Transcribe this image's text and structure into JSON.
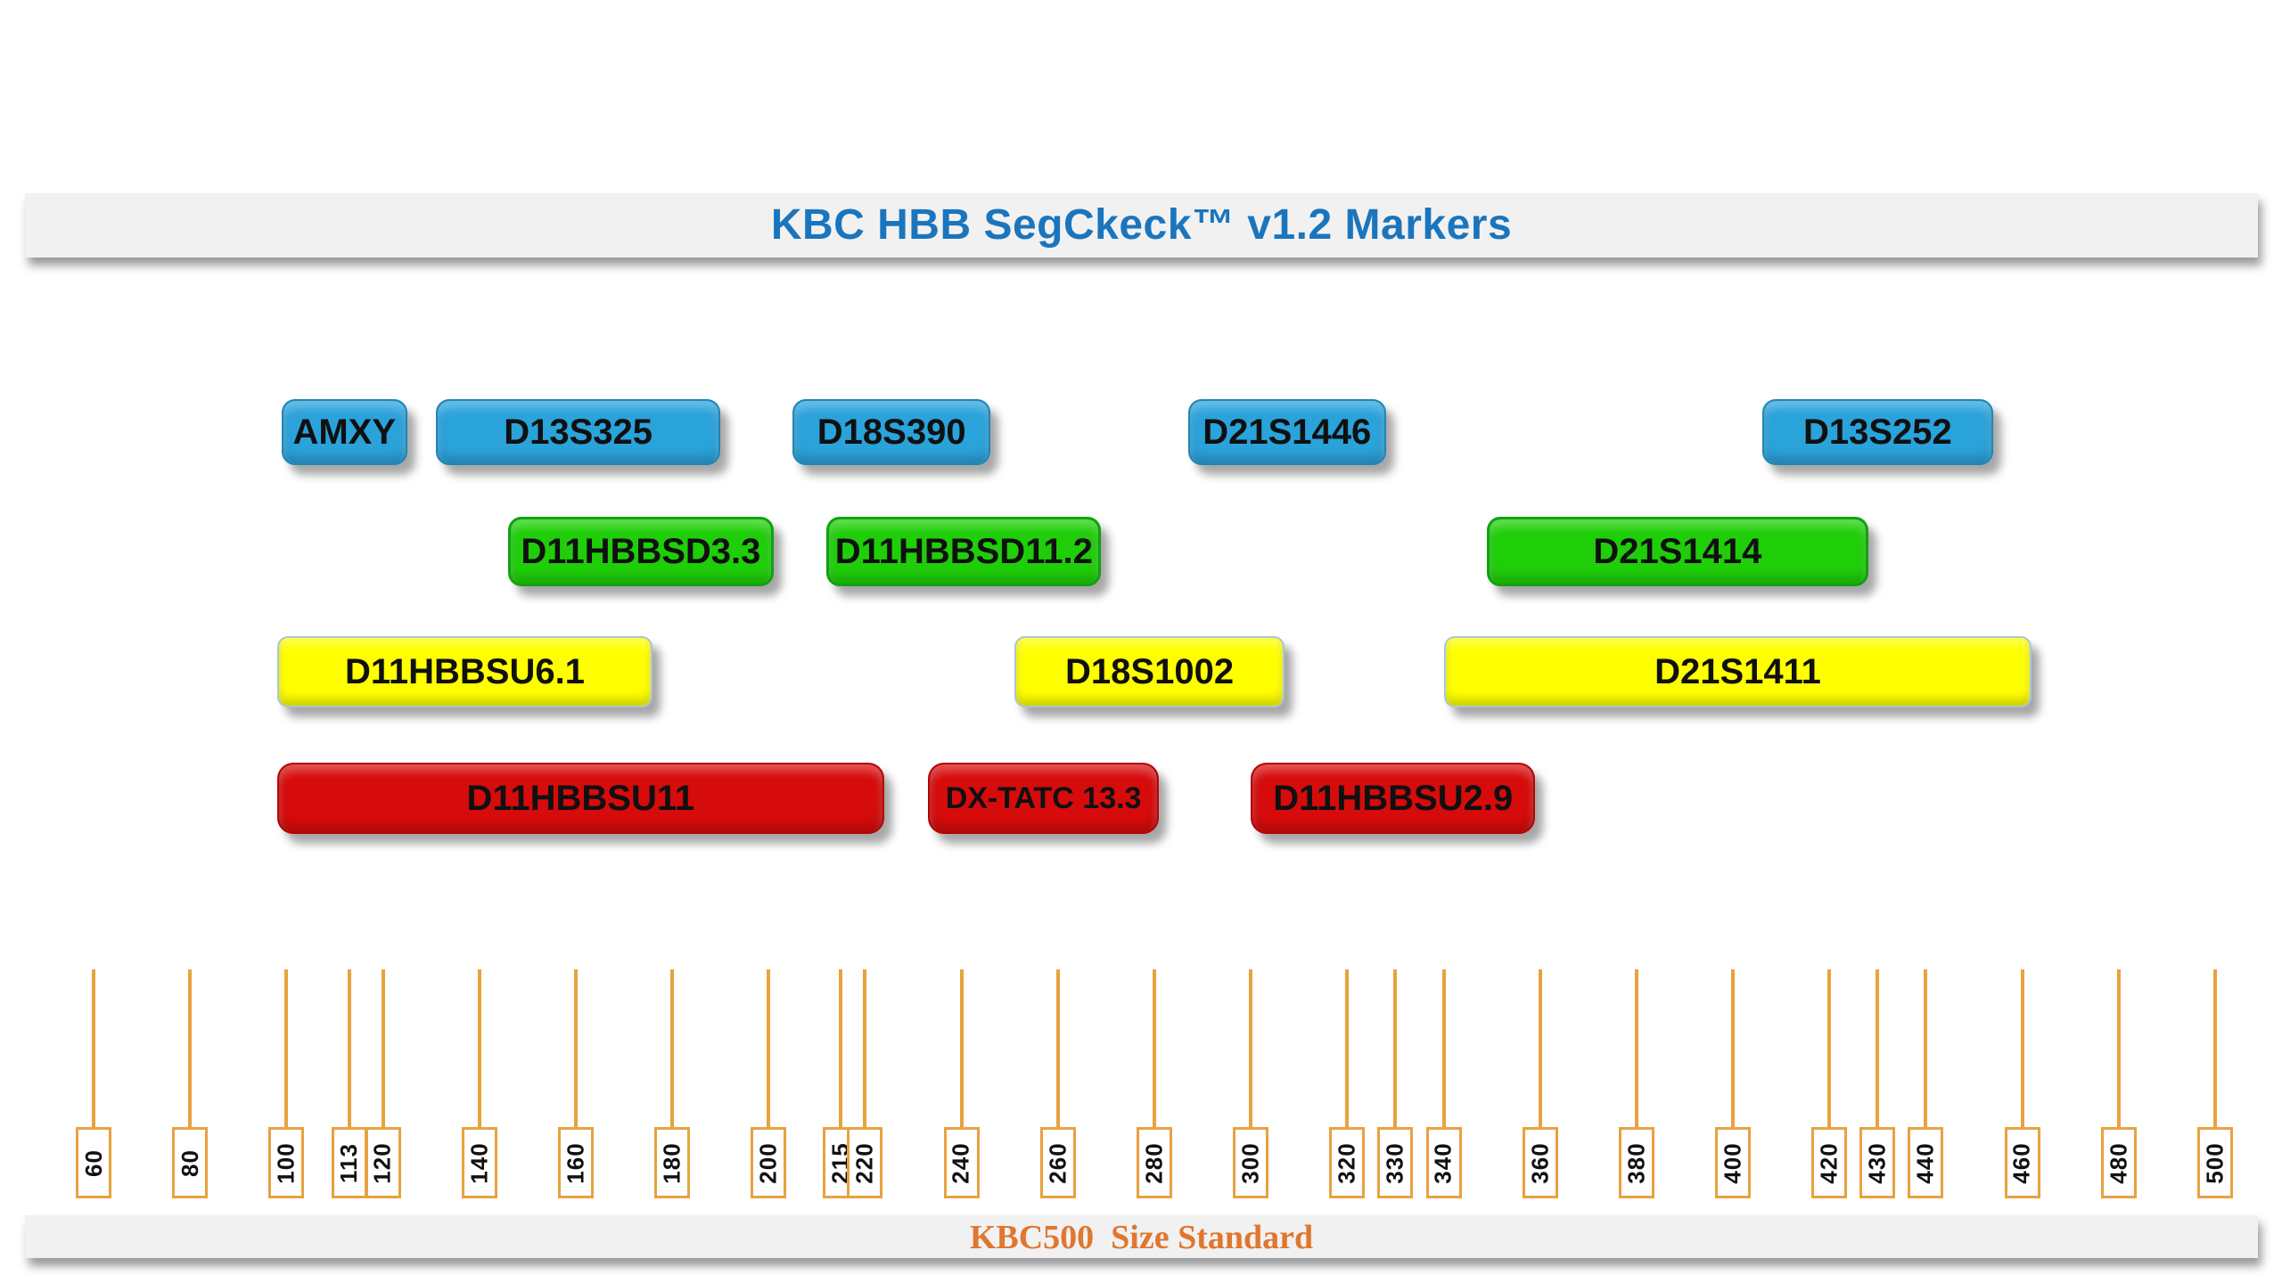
{
  "title": "KBC HBB SegCkeck™ v1.2 Markers",
  "footer": {
    "label": "KBC500  Size Standard"
  },
  "colors": {
    "title_text": "#1b75bc",
    "bar_background": "#f1f1f1",
    "blue": "#2aa2da",
    "green": "#1fce09",
    "yellow": "#ffff00",
    "red": "#d60b0b",
    "ruler": "#e8a23e",
    "footer_text": "#e0762f"
  },
  "scale": {
    "min": 60,
    "max": 500,
    "ticks": [
      60,
      80,
      100,
      113,
      120,
      140,
      160,
      180,
      200,
      215,
      220,
      240,
      260,
      280,
      300,
      320,
      330,
      340,
      360,
      380,
      400,
      420,
      430,
      440,
      460,
      480,
      500
    ]
  },
  "marker_rows": [
    {
      "color": "blue",
      "markers": [
        {
          "label": "AMXY",
          "start": 99,
          "end": 125
        },
        {
          "label": "D13S325",
          "start": 131,
          "end": 190
        },
        {
          "label": "D18S390",
          "start": 205,
          "end": 246
        },
        {
          "label": "D21S1446",
          "start": 287,
          "end": 328
        },
        {
          "label": "D13S252",
          "start": 406,
          "end": 454
        }
      ]
    },
    {
      "color": "green",
      "markers": [
        {
          "label": "D11HBBSD3.3",
          "start": 146,
          "end": 201
        },
        {
          "label": "D11HBBSD11.2",
          "start": 212,
          "end": 269
        },
        {
          "label": "D21S1414",
          "start": 349,
          "end": 428
        }
      ]
    },
    {
      "color": "yellow",
      "markers": [
        {
          "label": "D11HBBSU6.1",
          "start": 98,
          "end": 176
        },
        {
          "label": "D18S1002",
          "start": 251,
          "end": 307
        },
        {
          "label": "D21S1411",
          "start": 340,
          "end": 462
        }
      ]
    },
    {
      "color": "red",
      "markers": [
        {
          "label": "D11HBBSU11",
          "start": 98,
          "end": 224
        },
        {
          "label": "DX-TATC 13.3",
          "start": 233,
          "end": 281
        },
        {
          "label": "D11HBBSU2.9",
          "start": 300,
          "end": 359
        }
      ]
    }
  ]
}
